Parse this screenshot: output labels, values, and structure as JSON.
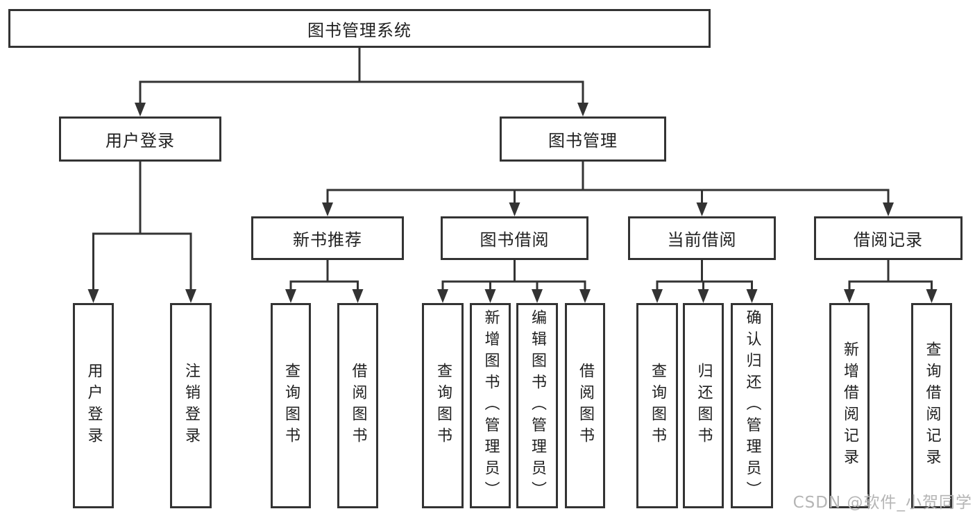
{
  "diagram": {
    "root": {
      "label": "图书管理系统"
    },
    "level2": [
      {
        "label": "用户登录",
        "children": [
          "用户登录",
          "注销登录"
        ]
      },
      {
        "label": "图书管理",
        "groups": [
          {
            "label": "新书推荐",
            "children": [
              "查询图书",
              "借阅图书"
            ]
          },
          {
            "label": "图书借阅",
            "children": [
              "查询图书",
              "新增图书（管理员）",
              "编辑图书（管理员）",
              "借阅图书"
            ]
          },
          {
            "label": "当前借阅",
            "children": [
              "查询图书",
              "归还图书",
              "确认归还（管理员）"
            ]
          },
          {
            "label": "借阅记录",
            "children": [
              "新增借阅记录",
              "查询借阅记录"
            ]
          }
        ]
      }
    ]
  },
  "watermark": {
    "text": "CSDN @软件_小贺同学"
  },
  "colors": {
    "line": "#333333",
    "box_border": "#333333",
    "text": "#1f1f1f",
    "watermark": "#b5b5b5",
    "background": "#ffffff"
  }
}
